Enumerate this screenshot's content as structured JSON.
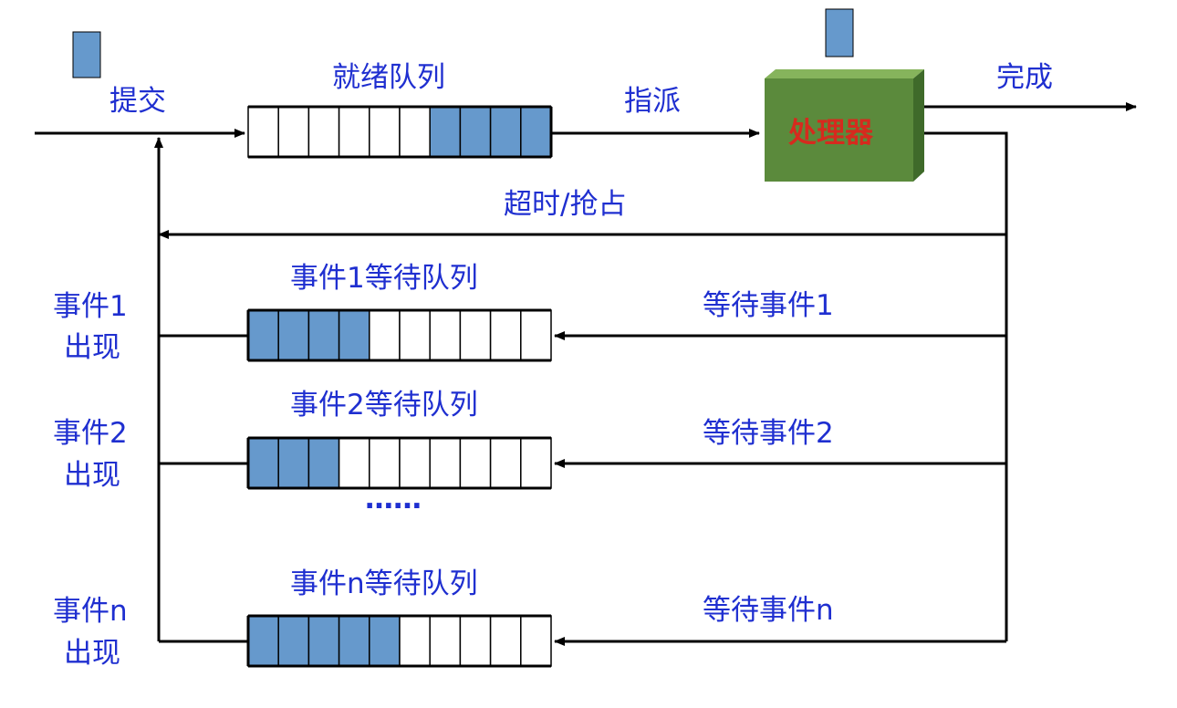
{
  "colors": {
    "label_blue": "#1f2fd0",
    "processor_label": "#d62a1e",
    "processor_front": "#5b8a3c",
    "processor_top": "#86b45c",
    "processor_side": "#3f6a2a",
    "queue_filled": "#6699cc",
    "queue_empty": "#ffffff",
    "line": "#000000",
    "process_block": "#6699cc"
  },
  "labels": {
    "submit": "提交",
    "ready_queue": "就绪队列",
    "dispatch": "指派",
    "processor": "处理器",
    "complete": "完成",
    "timeout_preempt": "超时/抢占",
    "ellipsis": "……"
  },
  "queues": [
    {
      "title": "就绪队列",
      "cells": 10,
      "filled": 4,
      "filled_side": "right"
    },
    {
      "title": "事件1等待队列",
      "cells": 10,
      "filled": 4,
      "filled_side": "left"
    },
    {
      "title": "事件2等待队列",
      "cells": 10,
      "filled": 3,
      "filled_side": "left"
    },
    {
      "title": "事件n等待队列",
      "cells": 10,
      "filled": 5,
      "filled_side": "left"
    }
  ],
  "wait_queues": [
    {
      "title": "事件1等待队列",
      "wait_label": "等待事件1",
      "event_line1": "事件1",
      "event_line2": "出现"
    },
    {
      "title": "事件2等待队列",
      "wait_label": "等待事件2",
      "event_line1": "事件2",
      "event_line2": "出现"
    },
    {
      "title": "事件n等待队列",
      "wait_label": "等待事件n",
      "event_line1": "事件n",
      "event_line2": "出现"
    }
  ]
}
